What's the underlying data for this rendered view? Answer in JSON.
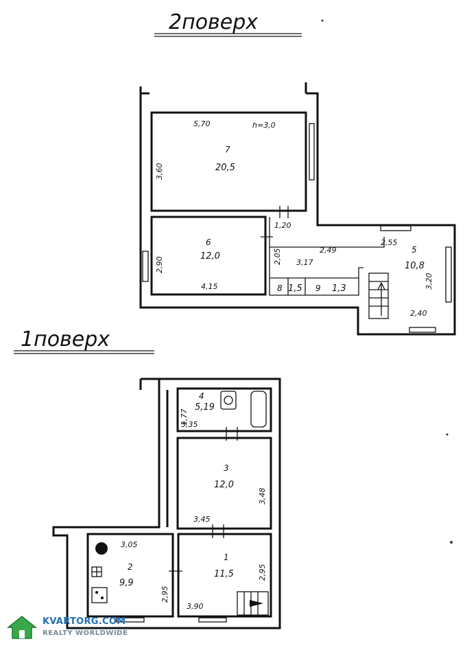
{
  "floors": {
    "upper": {
      "heading": "2поверх",
      "rooms": [
        {
          "num": "7",
          "area": "20,5"
        },
        {
          "num": "6",
          "area": "12,0"
        },
        {
          "num": "5",
          "area": "10,8"
        },
        {
          "num": "8",
          "area": "1,5"
        },
        {
          "num": "9",
          "area": "1,3"
        }
      ],
      "dimensions": [
        "5,70",
        "h=3,0",
        "3,60",
        "2,90",
        "4,15",
        "1,20",
        "2,05",
        "2,49",
        "3,17",
        "2,55",
        "3,20",
        "2,40"
      ]
    },
    "lower": {
      "heading": "1поверх",
      "rooms": [
        {
          "num": "4",
          "area": "5,19"
        },
        {
          "num": "3",
          "area": "12,0"
        },
        {
          "num": "2",
          "area": "9,9"
        },
        {
          "num": "1",
          "area": "11,5"
        }
      ],
      "dimensions": [
        "1,77",
        "3,35",
        "3,48",
        "3,45",
        "3,05",
        "2,95",
        "2,95",
        "3,90"
      ]
    }
  },
  "watermark": {
    "title": "KVARTORG.COM",
    "subtitle": "REALTY WORLDWIDE"
  }
}
